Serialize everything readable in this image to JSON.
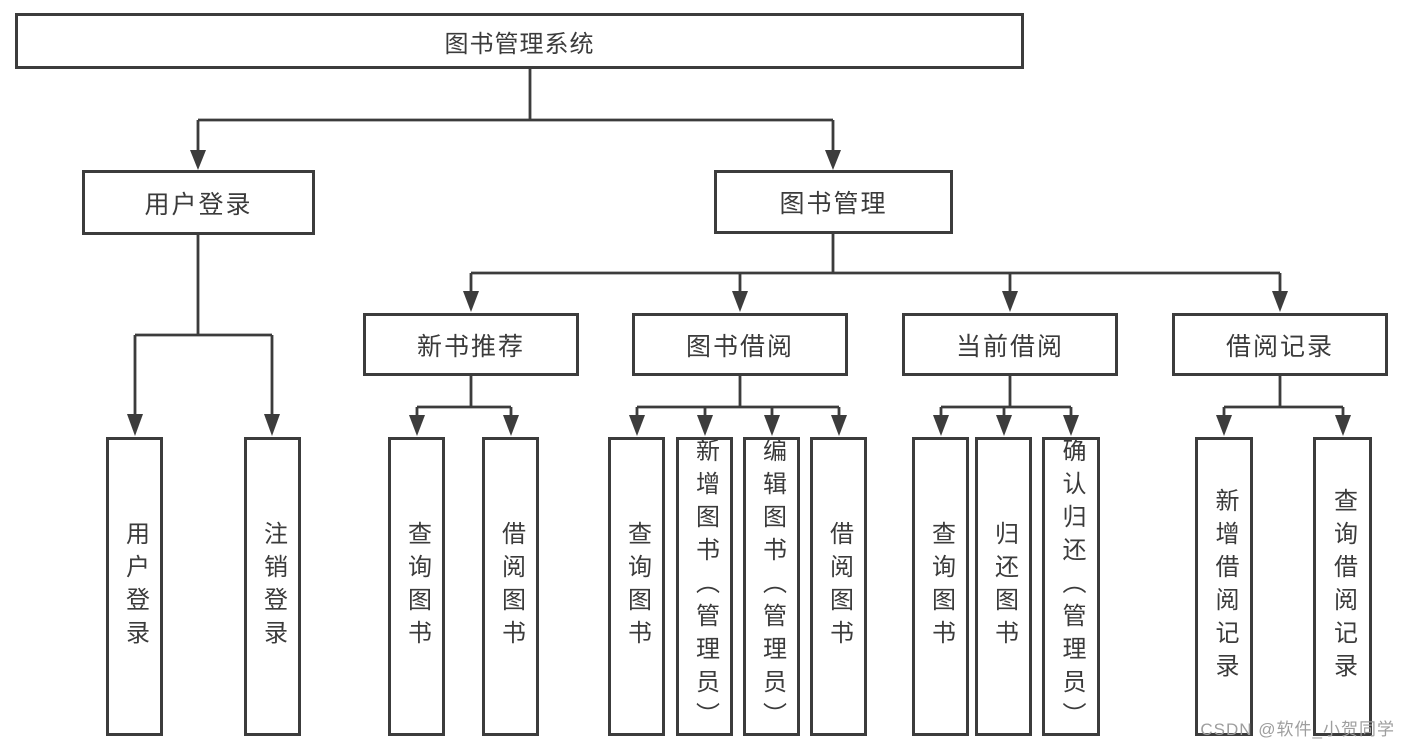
{
  "tree": {
    "label": "图书管理系统",
    "children": [
      {
        "label": "用户登录",
        "children": [
          {
            "label": "用户登录"
          },
          {
            "label": "注销登录"
          }
        ]
      },
      {
        "label": "图书管理",
        "children": [
          {
            "label": "新书推荐",
            "children": [
              {
                "label": "查询图书"
              },
              {
                "label": "借阅图书"
              }
            ]
          },
          {
            "label": "图书借阅",
            "children": [
              {
                "label": "查询图书"
              },
              {
                "label": "新增图书（管理员）"
              },
              {
                "label": "编辑图书（管理员）"
              },
              {
                "label": "借阅图书"
              }
            ]
          },
          {
            "label": "当前借阅",
            "children": [
              {
                "label": "查询图书"
              },
              {
                "label": "归还图书"
              },
              {
                "label": "确认归还（管理员）"
              }
            ]
          },
          {
            "label": "借阅记录",
            "children": [
              {
                "label": "新增借阅记录"
              },
              {
                "label": "查询借阅记录"
              }
            ]
          }
        ]
      }
    ]
  },
  "watermark": {
    "text": "CSDN @软件_小贺同学"
  },
  "colors": {
    "line": "#3c3c3c",
    "text": "#3b3b3b",
    "background": "#ffffff",
    "watermark": "#9e9e9e"
  }
}
